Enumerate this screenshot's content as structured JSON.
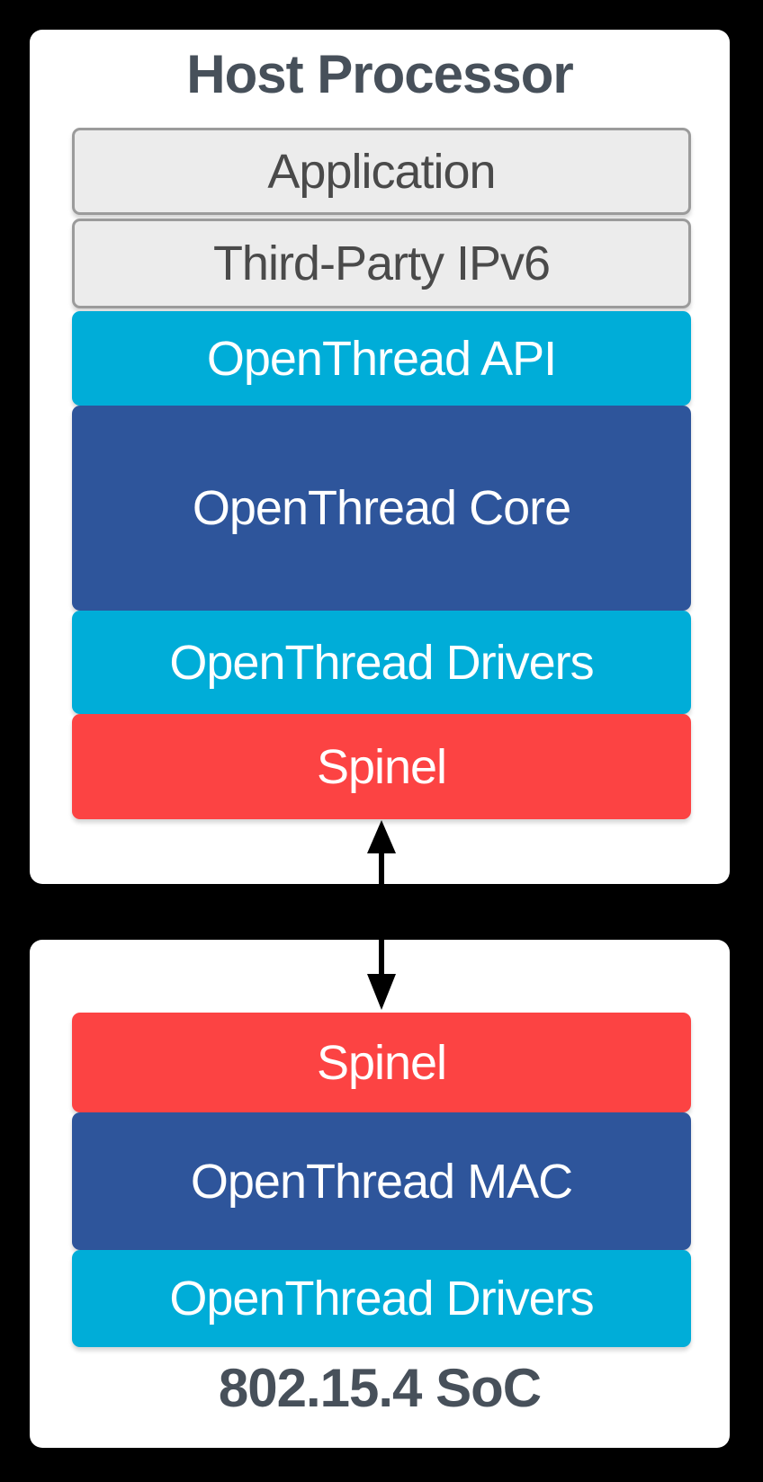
{
  "colors": {
    "background": "#000000",
    "panel": "#FFFFFF",
    "muted_fill": "#ECECEC",
    "muted_border": "#9B9B9B",
    "cyan": "#00ADD8",
    "navy": "#2E559B",
    "red": "#FC4343",
    "title_text": "#47505A",
    "muted_text": "#4A4A4A",
    "layer_text": "#FFFFFF",
    "arrow": "#000000"
  },
  "host_panel": {
    "title": "Host Processor",
    "layers": [
      {
        "id": "application",
        "label": "Application",
        "style": "muted"
      },
      {
        "id": "third-party-ipv6",
        "label": "Third-Party IPv6",
        "style": "muted"
      },
      {
        "id": "openthread-api",
        "label": "OpenThread API",
        "style": "cyan"
      },
      {
        "id": "openthread-core",
        "label": "OpenThread Core",
        "style": "navy"
      },
      {
        "id": "openthread-drivers-host",
        "label": "OpenThread Drivers",
        "style": "cyan"
      },
      {
        "id": "spinel-host",
        "label": "Spinel",
        "style": "red"
      }
    ]
  },
  "soc_panel": {
    "title": "802.15.4 SoC",
    "layers": [
      {
        "id": "spinel-soc",
        "label": "Spinel",
        "style": "red"
      },
      {
        "id": "openthread-mac",
        "label": "OpenThread MAC",
        "style": "navy"
      },
      {
        "id": "openthread-drivers-soc",
        "label": "OpenThread Drivers",
        "style": "cyan"
      }
    ]
  },
  "connector": {
    "type": "double-headed-arrow",
    "from": "spinel-host",
    "to": "spinel-soc"
  }
}
